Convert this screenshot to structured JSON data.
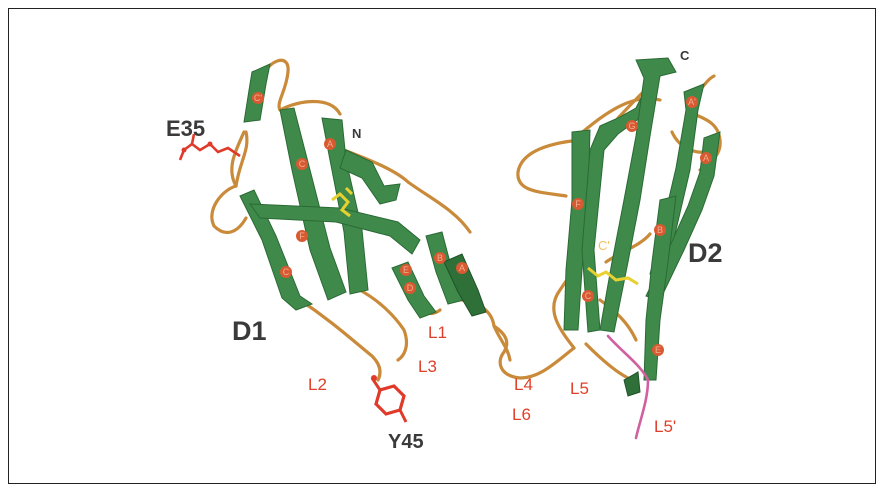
{
  "labels": {
    "e35": "E35",
    "n_term": "N",
    "c_term": "C",
    "d1": "D1",
    "d2": "D2",
    "l1": "L1",
    "l2": "L2",
    "l3": "L3",
    "l4": "L4",
    "l5": "L5",
    "l5p": "L5'",
    "l6": "L6",
    "y45": "Y45"
  },
  "colors": {
    "strand": "#3f8a4a",
    "loop": "#c98a3a",
    "residue": "#e03a2a",
    "disulfide": "#e8d030",
    "linker": "#d060a0"
  }
}
